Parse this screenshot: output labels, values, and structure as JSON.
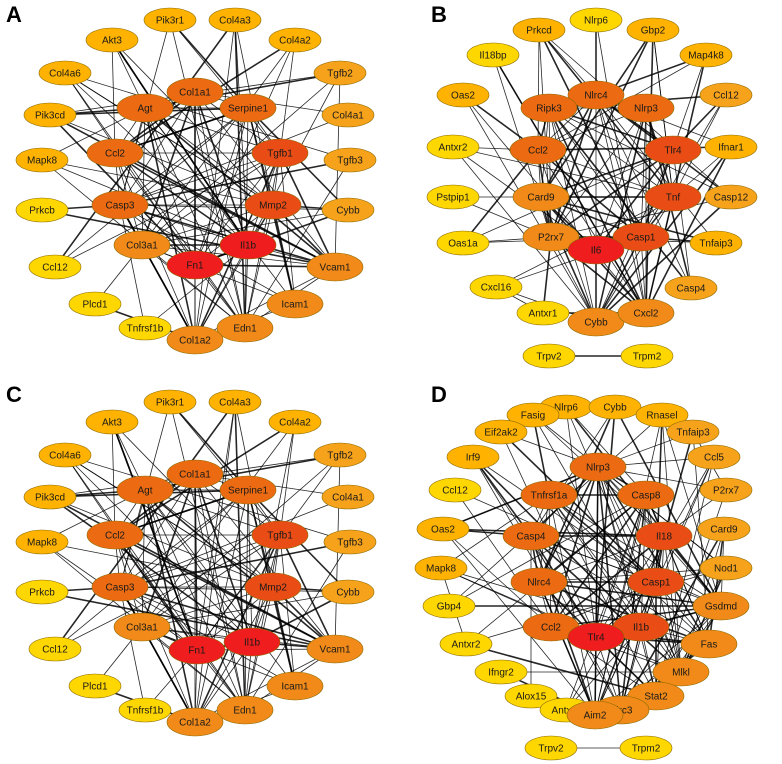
{
  "colors": {
    "node_yellow": "#ffd700",
    "node_amber": "#ffb300",
    "node_orange_light": "#f7a21b",
    "node_orange": "#f18a18",
    "node_orange_dark": "#ec6b12",
    "node_red_orange": "#ea4c16",
    "node_red": "#ef1d1d",
    "edge": "#000000"
  },
  "panels": [
    {
      "letter": "A",
      "nodes": [
        {
          "id": "Pik3r1",
          "level": 1
        },
        {
          "id": "Col4a3",
          "level": 1
        },
        {
          "id": "Akt3",
          "level": 1
        },
        {
          "id": "Col4a2",
          "level": 1
        },
        {
          "id": "Col4a6",
          "level": 1
        },
        {
          "id": "Tgfb2",
          "level": 2
        },
        {
          "id": "Col1a1",
          "level": 4
        },
        {
          "id": "Agt",
          "level": 4
        },
        {
          "id": "Serpine1",
          "level": 4
        },
        {
          "id": "Pik3cd",
          "level": 1
        },
        {
          "id": "Col4a1",
          "level": 2
        },
        {
          "id": "Ccl2",
          "level": 4
        },
        {
          "id": "Tgfb1",
          "level": 5
        },
        {
          "id": "Mapk8",
          "level": 1
        },
        {
          "id": "Tgfb3",
          "level": 2
        },
        {
          "id": "Casp3",
          "level": 4
        },
        {
          "id": "Mmp2",
          "level": 5
        },
        {
          "id": "Prkcb",
          "level": 0
        },
        {
          "id": "Cybb",
          "level": 2
        },
        {
          "id": "Col3a1",
          "level": 3
        },
        {
          "id": "Il1b",
          "level": 6
        },
        {
          "id": "Fn1",
          "level": 6
        },
        {
          "id": "Ccl12",
          "level": 0
        },
        {
          "id": "Vcam1",
          "level": 3
        },
        {
          "id": "Plcd1",
          "level": 0
        },
        {
          "id": "Icam1",
          "level": 3
        },
        {
          "id": "Tnfrsf1b",
          "level": 0
        },
        {
          "id": "Edn1",
          "level": 3
        },
        {
          "id": "Col1a2",
          "level": 3
        }
      ]
    },
    {
      "letter": "B",
      "nodes": [
        {
          "id": "Nlrp6",
          "level": 0
        },
        {
          "id": "Prkcd",
          "level": 1
        },
        {
          "id": "Gbp2",
          "level": 1
        },
        {
          "id": "Il18bp",
          "level": 0
        },
        {
          "id": "Map4k8",
          "level": 1
        },
        {
          "id": "Oas2",
          "level": 1
        },
        {
          "id": "Nlrc4",
          "level": 4
        },
        {
          "id": "Ripk3",
          "level": 4
        },
        {
          "id": "Nlrp3",
          "level": 4
        },
        {
          "id": "Ccl12",
          "level": 2
        },
        {
          "id": "Antxr2",
          "level": 0
        },
        {
          "id": "Ccl2",
          "level": 4
        },
        {
          "id": "Tlr4",
          "level": 5
        },
        {
          "id": "Ifnar1",
          "level": 1
        },
        {
          "id": "Pstpip1",
          "level": 0
        },
        {
          "id": "Card9",
          "level": 3
        },
        {
          "id": "Tnf",
          "level": 5
        },
        {
          "id": "Casp12",
          "level": 2
        },
        {
          "id": "P2rx7",
          "level": 3
        },
        {
          "id": "Casp1",
          "level": 5
        },
        {
          "id": "Il6",
          "level": 6
        },
        {
          "id": "Tnfaip3",
          "level": 1
        },
        {
          "id": "Oas1a",
          "level": 0
        },
        {
          "id": "Casp4",
          "level": 2
        },
        {
          "id": "Cxcl16",
          "level": 0
        },
        {
          "id": "Antxr1",
          "level": 0
        },
        {
          "id": "Cybb",
          "level": 3
        },
        {
          "id": "Cxcl2",
          "level": 3
        },
        {
          "id": "Trpv2",
          "level": 0
        },
        {
          "id": "Trpm2",
          "level": 0
        }
      ]
    },
    {
      "letter": "C",
      "nodes": [
        {
          "id": "Pik3r1",
          "level": 1
        },
        {
          "id": "Col4a3",
          "level": 1
        },
        {
          "id": "Akt3",
          "level": 1
        },
        {
          "id": "Col4a2",
          "level": 1
        },
        {
          "id": "Col4a6",
          "level": 1
        },
        {
          "id": "Tgfb2",
          "level": 2
        },
        {
          "id": "Col1a1",
          "level": 4
        },
        {
          "id": "Agt",
          "level": 4
        },
        {
          "id": "Serpine1",
          "level": 4
        },
        {
          "id": "Pik3cd",
          "level": 1
        },
        {
          "id": "Col4a1",
          "level": 2
        },
        {
          "id": "Ccl2",
          "level": 4
        },
        {
          "id": "Tgfb1",
          "level": 5
        },
        {
          "id": "Mapk8",
          "level": 1
        },
        {
          "id": "Tgfb3",
          "level": 2
        },
        {
          "id": "Casp3",
          "level": 4
        },
        {
          "id": "Mmp2",
          "level": 5
        },
        {
          "id": "Prkcb",
          "level": 0
        },
        {
          "id": "Cybb",
          "level": 2
        },
        {
          "id": "Col3a1",
          "level": 3
        },
        {
          "id": "Fn1",
          "level": 6
        },
        {
          "id": "Il1b",
          "level": 6
        },
        {
          "id": "Ccl12",
          "level": 0
        },
        {
          "id": "Vcam1",
          "level": 3
        },
        {
          "id": "Plcd1",
          "level": 0
        },
        {
          "id": "Icam1",
          "level": 3
        },
        {
          "id": "Tnfrsf1b",
          "level": 0
        },
        {
          "id": "Edn1",
          "level": 3
        },
        {
          "id": "Col1a2",
          "level": 3
        }
      ]
    },
    {
      "letter": "D",
      "nodes": [
        {
          "id": "Nlrp6",
          "level": 1
        },
        {
          "id": "Cybb",
          "level": 1
        },
        {
          "id": "Fasig",
          "level": 1
        },
        {
          "id": "Rnasel",
          "level": 1
        },
        {
          "id": "Eif2ak2",
          "level": 1
        },
        {
          "id": "Tnfaip3",
          "level": 2
        },
        {
          "id": "Irf9",
          "level": 1
        },
        {
          "id": "Ccl5",
          "level": 2
        },
        {
          "id": "Nlrp3",
          "level": 4
        },
        {
          "id": "Ccl12",
          "level": 0
        },
        {
          "id": "Tnfrsf1a",
          "level": 4
        },
        {
          "id": "Casp8",
          "level": 4
        },
        {
          "id": "P2rx7",
          "level": 2
        },
        {
          "id": "Oas2",
          "level": 1
        },
        {
          "id": "Casp4",
          "level": 4
        },
        {
          "id": "Il18",
          "level": 5
        },
        {
          "id": "Card9",
          "level": 2
        },
        {
          "id": "Mapk8",
          "level": 1
        },
        {
          "id": "Nod1",
          "level": 2
        },
        {
          "id": "Nlrc4",
          "level": 4
        },
        {
          "id": "Casp1",
          "level": 5
        },
        {
          "id": "Gbp4",
          "level": 0
        },
        {
          "id": "Gsdmd",
          "level": 3
        },
        {
          "id": "Ccl2",
          "level": 4
        },
        {
          "id": "Il1b",
          "level": 5
        },
        {
          "id": "Tlr4",
          "level": 6
        },
        {
          "id": "Antxr2",
          "level": 0
        },
        {
          "id": "Fas",
          "level": 3
        },
        {
          "id": "Ifngr2",
          "level": 0
        },
        {
          "id": "Mlkl",
          "level": 3
        },
        {
          "id": "Alox15",
          "level": 0
        },
        {
          "id": "Stat2",
          "level": 3
        },
        {
          "id": "Antxr1",
          "level": 0
        },
        {
          "id": "Birc3",
          "level": 3
        },
        {
          "id": "Aim2",
          "level": 3
        },
        {
          "id": "Trpv2",
          "level": 0
        },
        {
          "id": "Trpm2",
          "level": 0
        }
      ]
    }
  ]
}
